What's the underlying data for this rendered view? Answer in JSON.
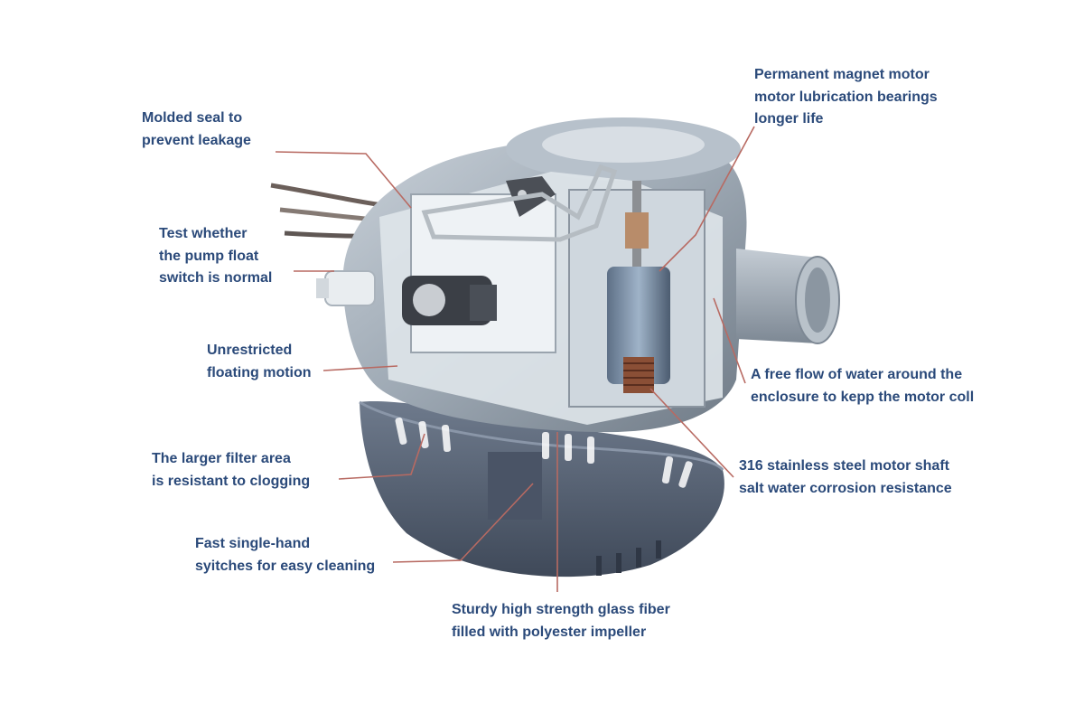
{
  "labels": {
    "molded_seal": [
      "Molded seal to",
      "prevent leakage"
    ],
    "float_switch": [
      "Test whether",
      "the pump float",
      "switch is normal"
    ],
    "floating_motion": [
      "Unrestricted",
      "floating motion"
    ],
    "filter_area": [
      "The larger filter area",
      "is resistant to clogging"
    ],
    "single_hand": [
      "Fast single-hand",
      "syitches for easy cleaning"
    ],
    "impeller": [
      "Sturdy high strength glass fiber",
      "filled with polyester impeller"
    ],
    "magnet_motor": [
      "Permanent magnet motor",
      "motor lubrication bearings",
      "longer life"
    ],
    "water_flow": [
      "A free flow of water around the",
      "enclosure to kepp the motor coll"
    ],
    "motor_shaft": [
      "316 stainless steel motor shaft",
      "salt water corrosion resistance"
    ]
  },
  "colors": {
    "label_text": "#2b4a7a",
    "leader_line": "#b86a62",
    "pump_body": "#a9b4bf",
    "pump_base": "#5b6678",
    "pump_inner": "#d6dde3",
    "background": "#ffffff"
  }
}
